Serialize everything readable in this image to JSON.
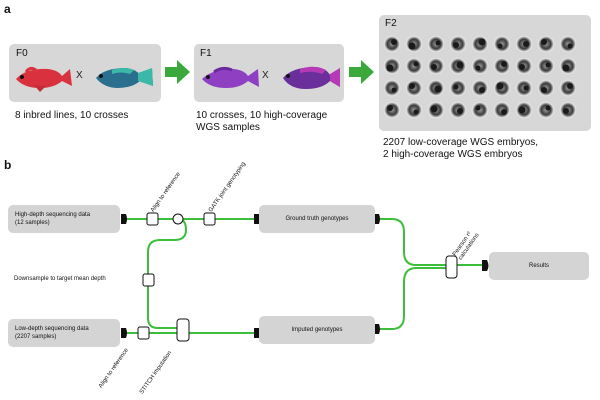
{
  "panel_a": {
    "letter": "a",
    "f0": {
      "label": "F0",
      "cross_symbol": "X",
      "caption": "8 inbred lines, 10 crosses"
    },
    "f1": {
      "label": "F1",
      "cross_symbol": "X",
      "caption_line1": "10 crosses, 10 high-coverage",
      "caption_line2": "WGS samples"
    },
    "f2": {
      "label": "F2",
      "caption_line1": "2207 low-coverage WGS embryos,",
      "caption_line2": "2 high-coverage WGS embryos"
    },
    "colors": {
      "arrow": "#3aa83a",
      "box": "#d7d7d7",
      "fish_red": "#d9313e",
      "fish_teal": "#3bb8a8",
      "fish_purple": "#8e3fc2",
      "fish_magenta": "#b63ab8"
    }
  },
  "panel_b": {
    "letter": "b",
    "nodes": {
      "high_depth_line1": "High-depth sequencing data",
      "high_depth_line2": "(12 samples)",
      "low_depth_line1": "Low-depth sequencing data",
      "low_depth_line2": "(2207 samples)",
      "ground_truth": "Ground truth genotypes",
      "imputed": "Imputed genotypes",
      "results": "Results"
    },
    "labels": {
      "align_top": "Align to reference",
      "gatk": "GATK joint genotyping",
      "downsample": "Downsample to target mean depth",
      "align_bottom": "Align to reference",
      "stitch": "STITCH imputation",
      "pearson_line1": "Pearson r² ",
      "pearson_line2": "calculations"
    },
    "colors": {
      "line": "#3bbf3b",
      "node": "#d4d4d4"
    }
  }
}
